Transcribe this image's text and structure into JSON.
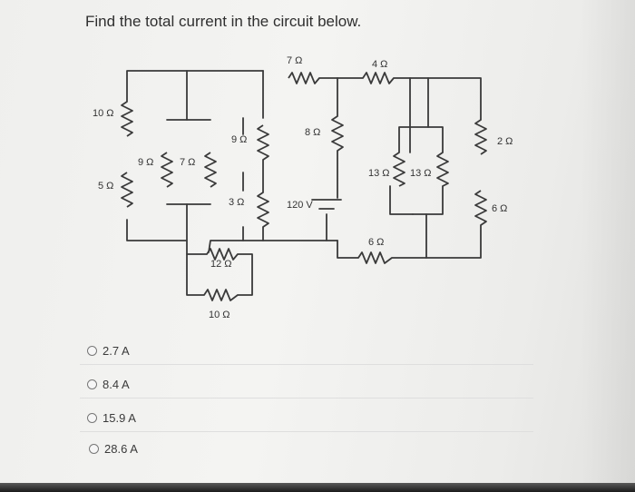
{
  "question": {
    "text": "Find the total current in the circuit below."
  },
  "circuit": {
    "labels": {
      "r_top_7": "7 Ω",
      "r_top_4": "4 Ω",
      "r_10": "10 Ω",
      "r_5": "5 Ω",
      "r_9_left": "9 Ω",
      "r_7_mid": "7 Ω",
      "r_9_mid": "9 Ω",
      "r_3": "3 Ω",
      "r_8": "8 Ω",
      "source": "120 V",
      "r_13_a": "13 Ω",
      "r_13_b": "13 Ω",
      "r_2": "2 Ω",
      "r_6_right": "6 Ω",
      "r_6_bottom": "6 Ω",
      "r_12": "12 Ω",
      "r_10_bottom": "10 Ω"
    }
  },
  "options": [
    {
      "label": "2.7 A"
    },
    {
      "label": "8.4 A"
    },
    {
      "label": "15.9 A"
    },
    {
      "label": "28.6 A"
    }
  ]
}
